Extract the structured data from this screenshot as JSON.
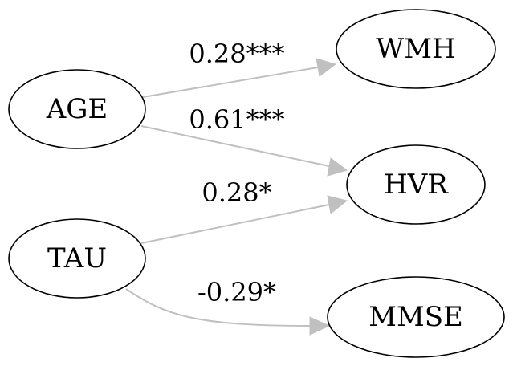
{
  "nodes": {
    "age": "AGE",
    "tau": "TAU",
    "wmh": "WMH",
    "hvr": "HVR",
    "mmse": "MMSE"
  },
  "edges": {
    "age_wmh": "0.28***",
    "age_hvr": "0.61***",
    "tau_hvr": "0.28*",
    "tau_mmse": "-0.29*"
  },
  "colors": {
    "edge": "#c0c0c0",
    "node_stroke": "#000000"
  }
}
